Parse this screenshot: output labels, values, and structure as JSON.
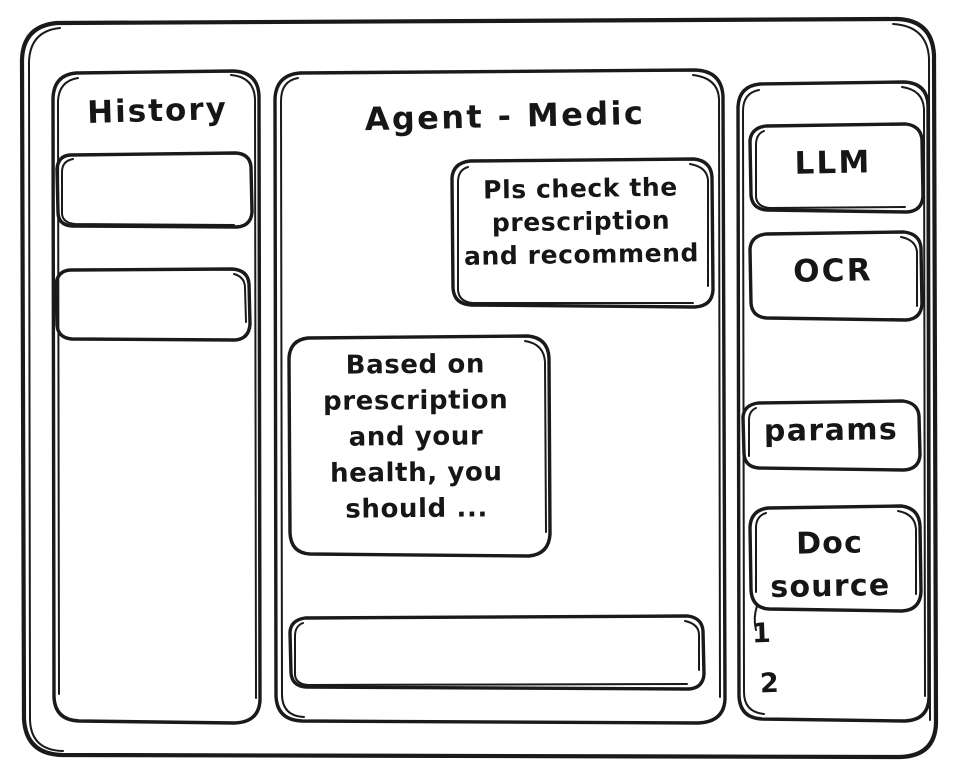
{
  "window": {
    "style": "hand-drawn-wireframe",
    "stroke_color": "#1a1a1a",
    "background_color": "#ffffff"
  },
  "sidebar_left": {
    "title": "History",
    "items": [
      {
        "label": "",
        "name": "history-item-1"
      },
      {
        "label": "",
        "name": "history-item-2"
      }
    ]
  },
  "main": {
    "title": "Agent - Medic",
    "messages": [
      {
        "role": "user",
        "text": "Pls check the\nprescription\nand recommend",
        "align": "right"
      },
      {
        "role": "assistant",
        "text": "Based on\nprescription\nand your\nhealth, you\nshould ...",
        "align": "left"
      }
    ],
    "composer": {
      "value": "",
      "placeholder": ""
    }
  },
  "sidebar_right": {
    "cards": [
      {
        "label": "LLM",
        "name": "tool-card-llm"
      },
      {
        "label": "OCR",
        "name": "tool-card-ocr"
      },
      {
        "label": "params",
        "name": "tool-card-params"
      },
      {
        "label": "Doc\nsource",
        "name": "tool-card-doc-source"
      }
    ],
    "sources": [
      {
        "number": "1"
      },
      {
        "number": "2"
      }
    ]
  }
}
